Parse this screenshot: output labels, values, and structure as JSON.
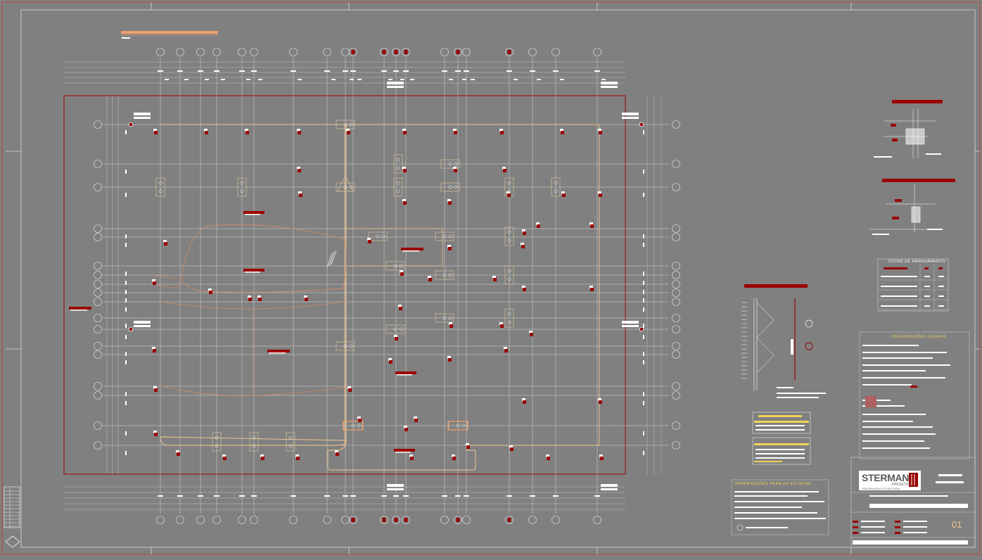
{
  "drawing": {
    "title": "",
    "sheet_number": "01"
  },
  "colors": {
    "background": "#808080",
    "frame": "#b5473a",
    "grid_line": "#d6d6d6",
    "outline": "#f2c98e",
    "slab_outline": "#d08a6a",
    "red_block": "#9b0000",
    "white_text": "#ffffff",
    "title_orange": "#f0a070",
    "table_yellow": "#f2d15a"
  },
  "side_tables": {
    "cotas_title": "COTAS DE ARRASAMENTO",
    "obs_gerais_title": "OBSERVAÇÕES GERAIS",
    "obs_estacas_title": "OBSERVAÇÕES PARA AS ESTACAS"
  },
  "logo": {
    "name": "STERMAN",
    "subtitle": "PROJETOS",
    "tagline": "ENGENHARIA ESTRUTURAL"
  },
  "icons": {
    "grid_bubble": "circle-bubble-icon",
    "pile_cap": "pile-cap-icon",
    "logo_mark": "sterman-logo-icon"
  }
}
